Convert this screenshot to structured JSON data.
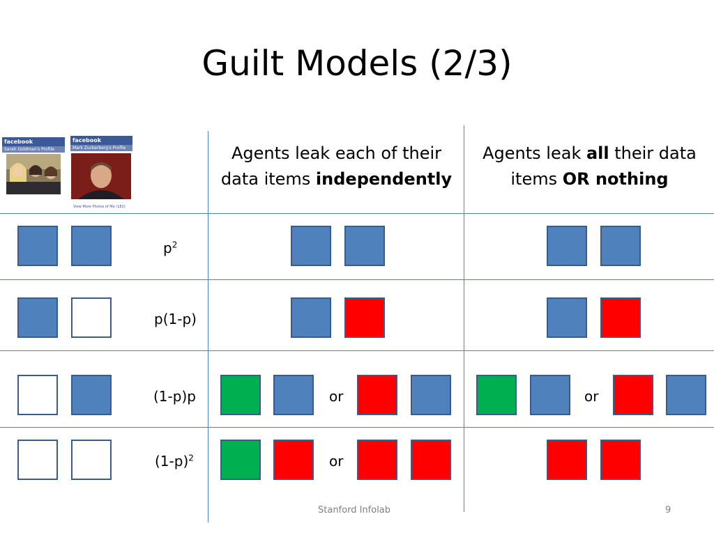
{
  "slide": {
    "title": "Guilt Models (2/3)",
    "col1_header": {
      "line1": "Agents leak each of their",
      "line2_pre": "data items ",
      "line2_bold": "independently"
    },
    "col2_header": {
      "line1_pre": "Agents leak ",
      "line1_bold": "all",
      "line1_post": " their data",
      "line2_pre": "items ",
      "line2_bold": "OR nothing"
    },
    "rows": [
      {
        "label": "p",
        "sup": "2"
      },
      {
        "label": "p(1-p)",
        "sup": ""
      },
      {
        "label": "(1-p)p",
        "sup": ""
      },
      {
        "label": "(1-p)",
        "sup": "2"
      }
    ],
    "or_text": "or",
    "footer": "Stanford Infolab",
    "page_number": "9"
  },
  "profiles": {
    "left": {
      "brand": "facebook",
      "caption": "Sarah Goldman's Profile"
    },
    "right": {
      "brand": "facebook",
      "caption": "Mark Zuckerberg's Profile",
      "link": "View More Photos of Me (182)"
    }
  },
  "colors": {
    "blue": "#4f81bd",
    "red": "#ff0000",
    "green": "#00b050",
    "border": "#385d8a"
  }
}
